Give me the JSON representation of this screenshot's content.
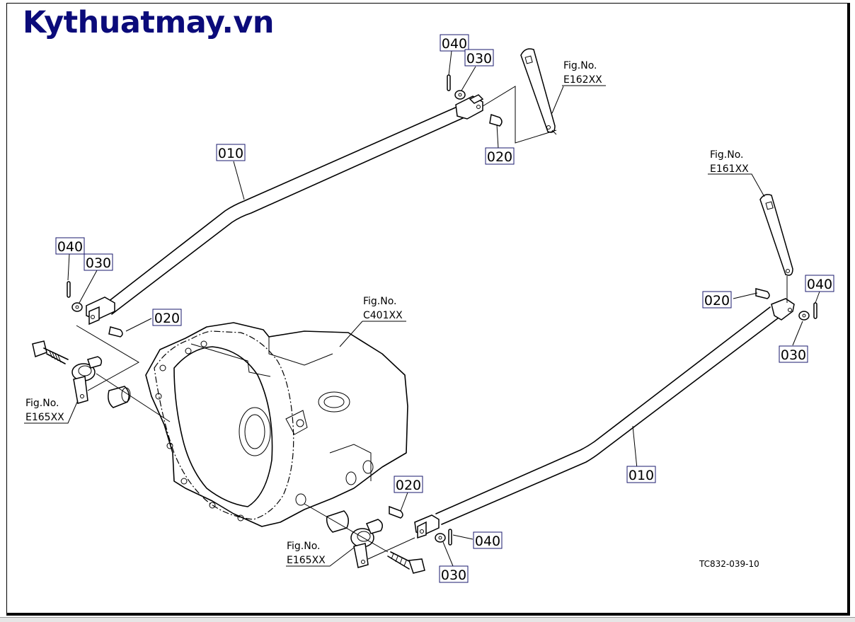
{
  "site_title": "Kythuatmay.vn",
  "drawing_code": "TC832-039-10",
  "colors": {
    "title": "#0b0b7a",
    "callout_border": "#1a1a6e",
    "line": "#000000"
  },
  "callouts": {
    "rod_upper": "010",
    "rod_lower": "010",
    "pin_top_right": "020",
    "pin_left": "020",
    "pin_right": "020",
    "pin_bottom": "020",
    "washer_top": "030",
    "washer_left": "030",
    "washer_right": "030",
    "washer_bottom": "030",
    "cotter_top": "040",
    "cotter_left": "040",
    "cotter_right": "040",
    "cotter_bottom": "040"
  },
  "figure_refs": [
    {
      "label": "Fig.No.",
      "code": "E162XX"
    },
    {
      "label": "Fig.No.",
      "code": "E161XX"
    },
    {
      "label": "Fig.No.",
      "code": "C401XX"
    },
    {
      "label": "Fig.No.",
      "code": "E165XX"
    },
    {
      "label": "Fig.No.",
      "code": "E165XX"
    }
  ]
}
